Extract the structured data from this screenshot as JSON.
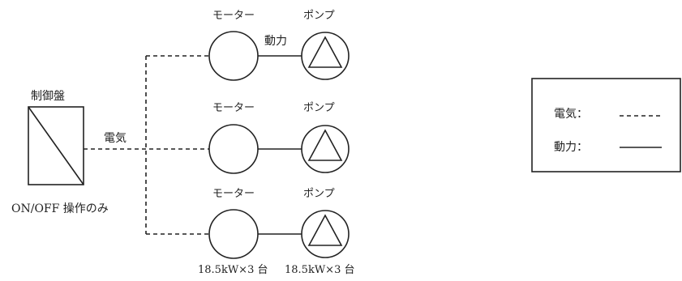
{
  "panel": {
    "title": "制御盤",
    "caption": "ON/OFF 操作のみ"
  },
  "wire_label": {
    "electric": "電気",
    "power": "動力"
  },
  "units": [
    {
      "motor": "モーター",
      "pump": "ポンプ",
      "show_power_label": true
    },
    {
      "motor": "モーター",
      "pump": "ポンプ",
      "show_power_label": false
    },
    {
      "motor": "モーター",
      "pump": "ポンプ",
      "show_power_label": false
    }
  ],
  "ratings": {
    "motor": "18.5kW×3 台",
    "pump": "18.5kW×3 台"
  },
  "legend": {
    "items": [
      {
        "label": "電気：",
        "style": "dashed"
      },
      {
        "label": "動力：",
        "style": "solid"
      }
    ]
  }
}
